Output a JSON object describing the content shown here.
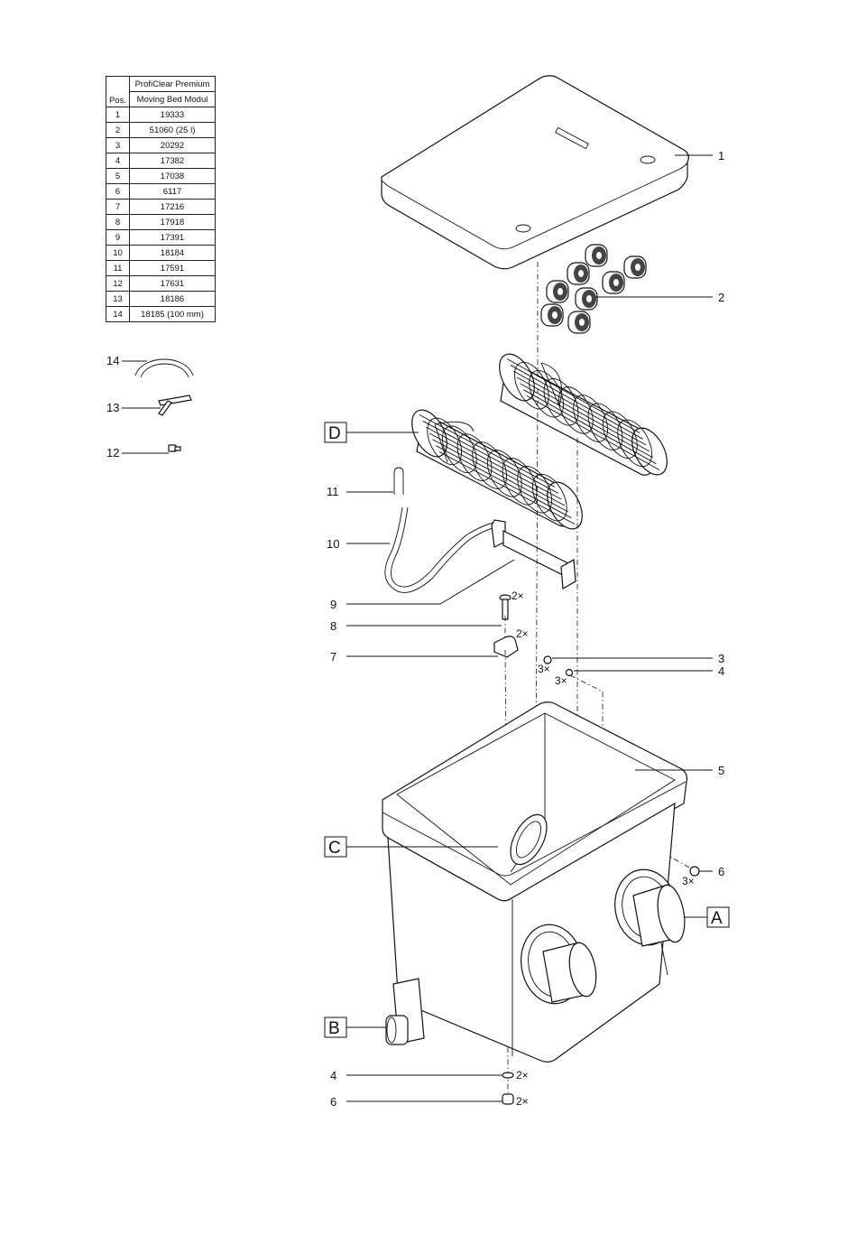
{
  "table": {
    "header_pos": "Pos.",
    "header_line1": "ProfiClear Premium",
    "header_line2": "Moving Bed Modul",
    "rows": [
      {
        "pos": "1",
        "part": "19333"
      },
      {
        "pos": "2",
        "part": "51060 (25 l)"
      },
      {
        "pos": "3",
        "part": "20292"
      },
      {
        "pos": "4",
        "part": "17382"
      },
      {
        "pos": "5",
        "part": "17038"
      },
      {
        "pos": "6",
        "part": "6117"
      },
      {
        "pos": "7",
        "part": "17216"
      },
      {
        "pos": "8",
        "part": "17918"
      },
      {
        "pos": "9",
        "part": "17391"
      },
      {
        "pos": "10",
        "part": "18184"
      },
      {
        "pos": "11",
        "part": "17591"
      },
      {
        "pos": "12",
        "part": "17631"
      },
      {
        "pos": "13",
        "part": "18186"
      },
      {
        "pos": "14",
        "part": "18185 (100 mm)"
      }
    ]
  },
  "callouts": {
    "n1": "1",
    "n2": "2",
    "n3": "3",
    "n4": "4",
    "n5": "5",
    "n6": "6",
    "n7": "7",
    "n8": "8",
    "n9": "9",
    "n10": "10",
    "n11": "11",
    "n12": "12",
    "n13": "13",
    "n14": "14"
  },
  "multipliers": {
    "x2": "2×",
    "x3": "3×"
  },
  "boxed_labels": {
    "A": "A",
    "B": "B",
    "C": "C",
    "D": "D"
  }
}
